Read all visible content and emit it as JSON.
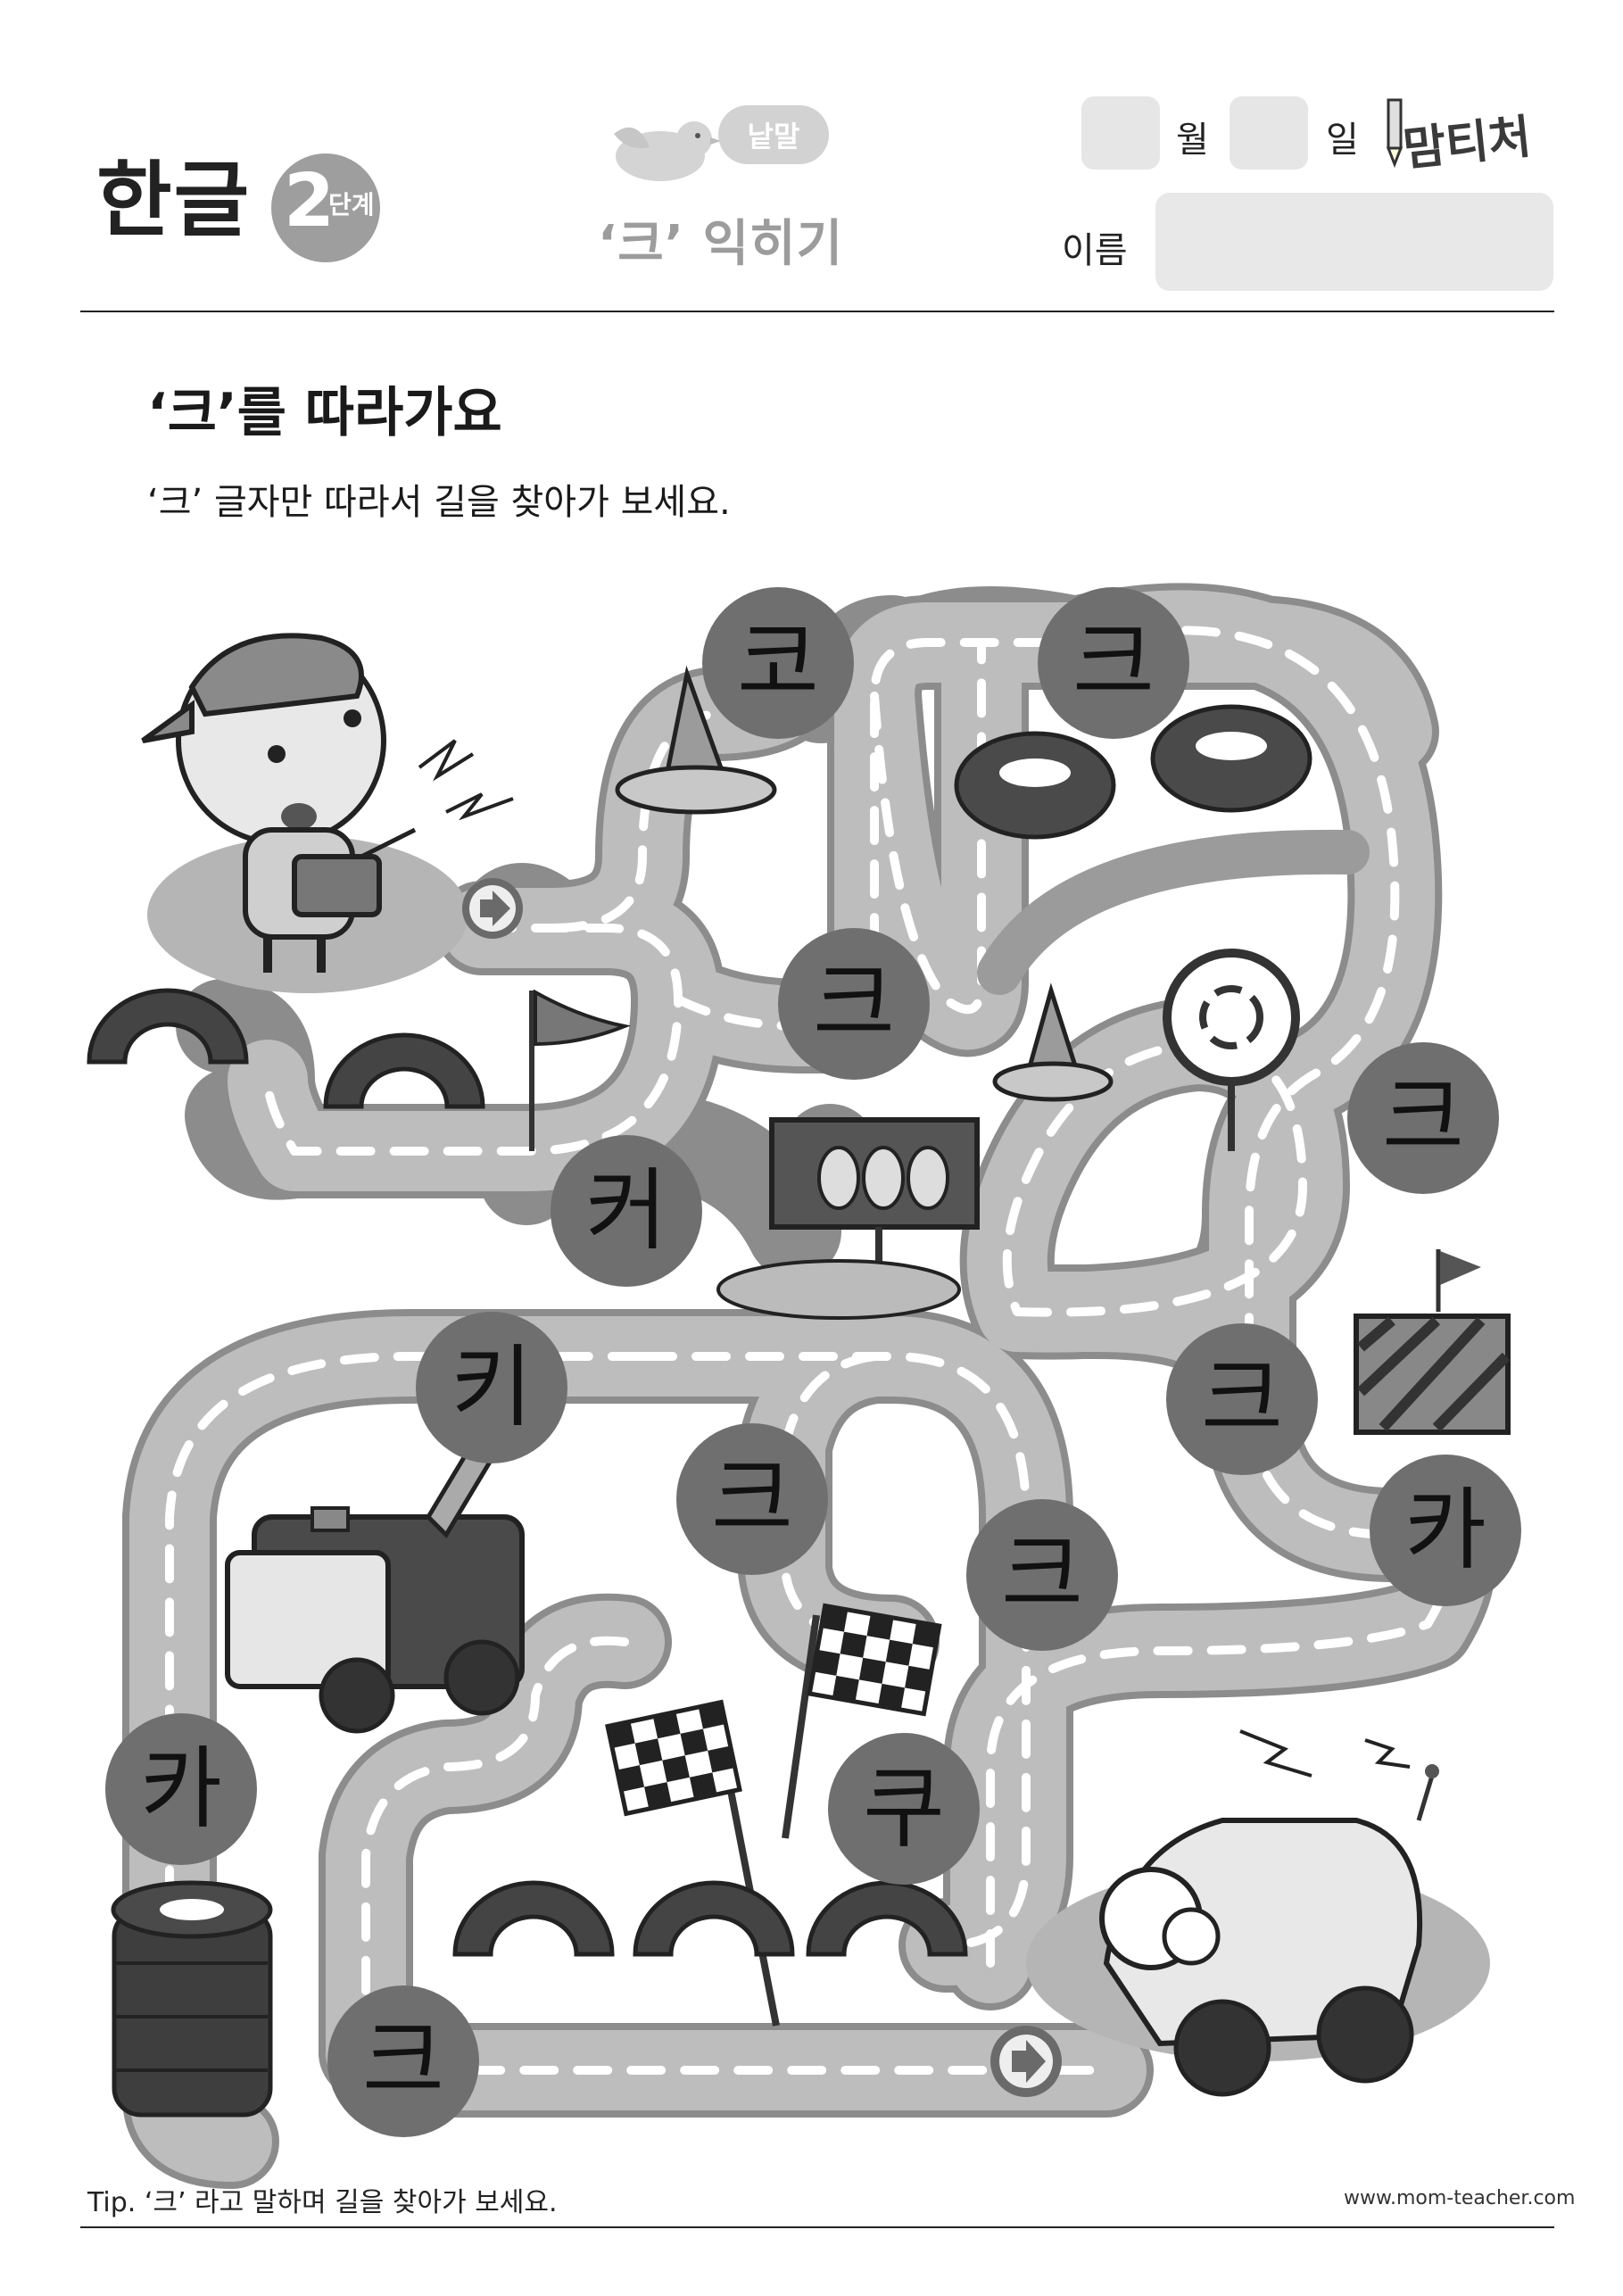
{
  "header": {
    "brand_title": "한글",
    "stage_number": "2",
    "stage_word": "단계",
    "word_type": "낱말",
    "lesson_title": "‘크’ 익히기",
    "month_label": "월",
    "day_label": "일",
    "name_label": "이름",
    "logo_text": "맘티처"
  },
  "activity": {
    "heading": "‘크’를 따라가요",
    "instruction": "‘크’ 글자만 따라서 길을 찾아가 보세요."
  },
  "maze": {
    "letters": [
      "코",
      "크",
      "크",
      "크",
      "커",
      "키",
      "크",
      "크",
      "카",
      "크",
      "카",
      "쿠",
      "크"
    ]
  },
  "footer": {
    "tip": "Tip. ‘크’ 라고 말하며 길을 찾아가 보세요.",
    "website": "www.mom-teacher.com"
  },
  "colors": {
    "road": "#bdbdbd",
    "road_edge": "#9a9a9a",
    "letter_circle": "#6f6f6f",
    "lesson_text": "#9c9c9c"
  }
}
